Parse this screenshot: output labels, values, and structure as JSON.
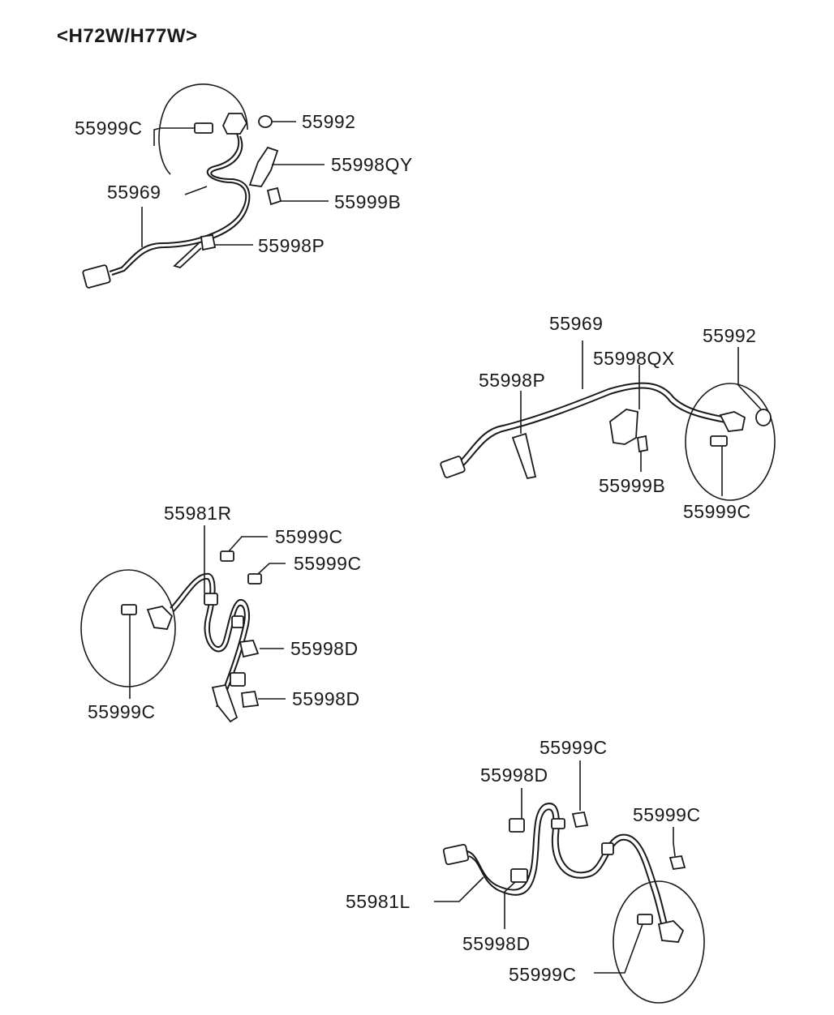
{
  "title": "<H72W/H77W>",
  "groups": {
    "front_left": {
      "labels": [
        "55999C",
        "55992",
        "55998QY",
        "55969",
        "55999B",
        "55998P"
      ]
    },
    "front_right": {
      "labels": [
        "55969",
        "55992",
        "55998QX",
        "55998P",
        "55999B",
        "55999C"
      ]
    },
    "rear_right": {
      "labels": [
        "55981R",
        "55999C",
        "55999C",
        "55998D",
        "55999C",
        "55998D"
      ]
    },
    "rear_left": {
      "labels": [
        "55999C",
        "55998D",
        "55999C",
        "55981L",
        "55998D",
        "55999C"
      ]
    }
  }
}
